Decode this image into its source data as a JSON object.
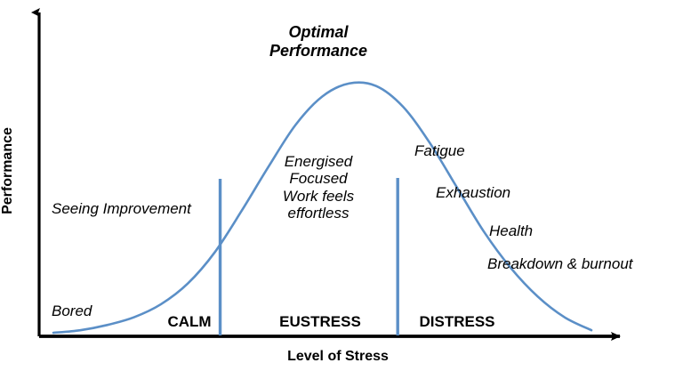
{
  "chart_data": {
    "type": "line",
    "title": "Optimal Performance",
    "xlabel": "Level of Stress",
    "ylabel": "Performance",
    "grid": false,
    "legend": "none",
    "xlim": [
      0,
      100
    ],
    "ylim": [
      0,
      100
    ],
    "x_axis_has_ticks": false,
    "y_axis_has_ticks": false,
    "curve_color": "#5B8FC7",
    "axis_color": "#000000",
    "divider_color": "#5B8FC7",
    "series": [
      {
        "name": "Performance vs Stress (inverted-U / Yerkes-Dodson curve)",
        "x": [
          0,
          5,
          10,
          15,
          20,
          25,
          30,
          35,
          40,
          45,
          50,
          55,
          60,
          65,
          70,
          75,
          80,
          85,
          90,
          95,
          100
        ],
        "values": [
          1,
          2,
          4,
          7,
          12,
          20,
          32,
          48,
          65,
          81,
          92,
          97,
          96,
          88,
          74,
          57,
          40,
          26,
          15,
          7,
          2
        ]
      }
    ],
    "zones": [
      {
        "name": "CALM",
        "x_start": 0,
        "x_end": 31
      },
      {
        "name": "EUSTRESS",
        "x_start": 31,
        "x_end": 64
      },
      {
        "name": "DISTRESS",
        "x_start": 64,
        "x_end": 100
      }
    ],
    "dividers": [
      {
        "x": 31,
        "label": "calm-eustress-divider"
      },
      {
        "x": 64,
        "label": "eustress-distress-divider"
      }
    ],
    "annotations": [
      {
        "id": "bored",
        "text": "Bored",
        "x": 3,
        "y": 8,
        "style": "italic"
      },
      {
        "id": "seeing-improvement",
        "text": "Seeing Improvement",
        "x": 3,
        "y": 45,
        "style": "italic"
      },
      {
        "id": "energised",
        "text": "Energised",
        "x": 48,
        "y": 58,
        "style": "italic"
      },
      {
        "id": "focused",
        "text": "Focused",
        "x": 48,
        "y": 52,
        "style": "italic"
      },
      {
        "id": "work-feels",
        "text": "Work feels",
        "x": 48,
        "y": 46,
        "style": "italic"
      },
      {
        "id": "effortless",
        "text": "effortless",
        "x": 48,
        "y": 40,
        "style": "italic"
      },
      {
        "id": "fatigue",
        "text": "Fatigue",
        "x": 65,
        "y": 61,
        "style": "italic"
      },
      {
        "id": "exhaustion",
        "text": "Exhaustion",
        "x": 70,
        "y": 48,
        "style": "italic"
      },
      {
        "id": "health",
        "text": "Health",
        "x": 79,
        "y": 36,
        "style": "italic"
      },
      {
        "id": "breakdown-burnout",
        "text": "Breakdown & burnout",
        "x": 79,
        "y": 26,
        "style": "italic"
      }
    ]
  },
  "axes": {
    "y_title": "Performance",
    "x_title": "Level of Stress"
  },
  "title": {
    "line1": "Optimal",
    "line2": "Performance"
  },
  "annotations": {
    "bored": "Bored",
    "seeing_improvement": "Seeing Improvement",
    "energised": "Energised",
    "focused": "Focused",
    "work_feels": "Work feels",
    "effortless": "effortless",
    "fatigue": "Fatigue",
    "exhaustion": "Exhaustion",
    "health": "Health",
    "breakdown_burnout": "Breakdown & burnout"
  },
  "zones": {
    "calm": "CALM",
    "eustress": "EUSTRESS",
    "distress": "DISTRESS"
  },
  "colors": {
    "curve": "#5B8FC7",
    "divider": "#5B8FC7",
    "axis": "#000000",
    "text": "#000000",
    "background": "#FFFFFF"
  }
}
